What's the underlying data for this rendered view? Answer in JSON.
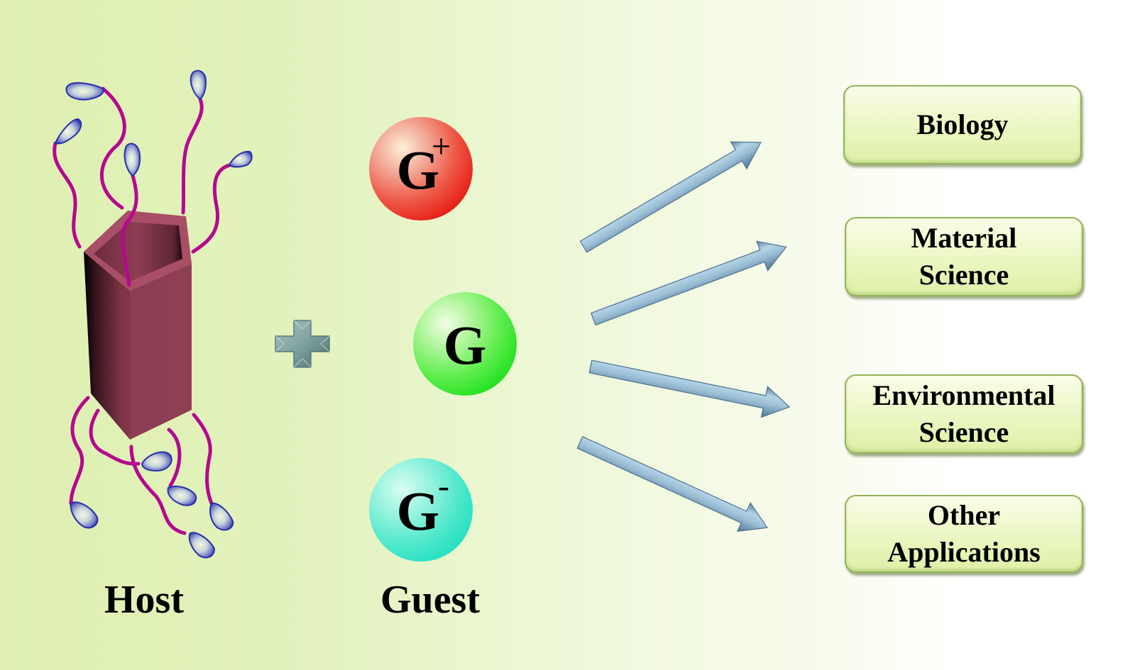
{
  "host": {
    "label": "Host",
    "tube_color": "#8e3e52",
    "chain_color": "#b5088f",
    "head_color": "#3a3fbf"
  },
  "plus_icon": "plus-icon",
  "guest": {
    "label": "Guest",
    "balls": [
      {
        "letter": "G",
        "charge": "+",
        "color": "#e61a14"
      },
      {
        "letter": "G",
        "charge": "",
        "color": "#1ee01c"
      },
      {
        "letter": "G",
        "charge": "-",
        "color": "#1edfc0"
      }
    ]
  },
  "arrow_color": "#8fb2cc",
  "applications": [
    {
      "text": "Biology"
    },
    {
      "text": "Material\nScience"
    },
    {
      "text": "Environmental\nScience"
    },
    {
      "text": "Other\nApplications"
    }
  ]
}
